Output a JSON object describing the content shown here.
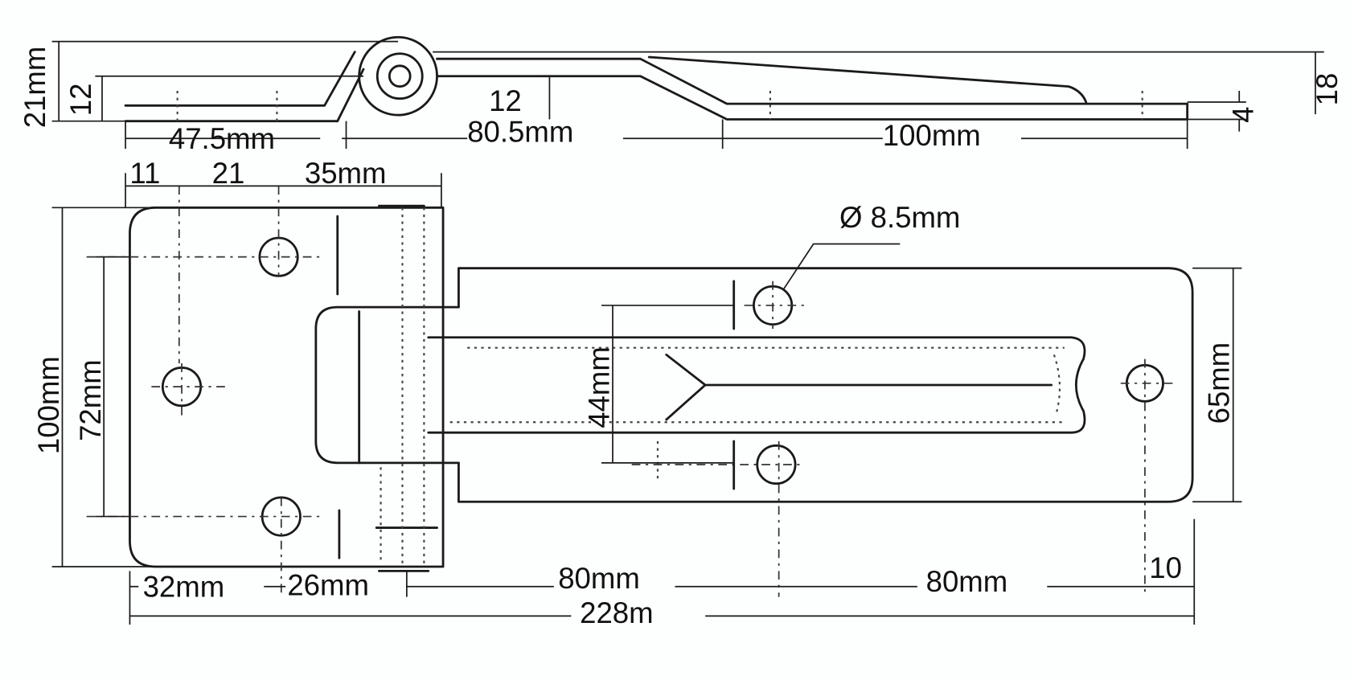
{
  "diagram": {
    "subject": "hinge",
    "side_view": {
      "overall_height": "21mm",
      "left_rise": "12",
      "center_rise": "12",
      "right_height": "18",
      "thickness": "4",
      "left_length": "47.5mm",
      "middle_length": "80.5mm",
      "right_length": "100mm"
    },
    "front_view": {
      "top_dim_1": "11",
      "top_dim_2": "21",
      "top_dim_3": "35mm",
      "hole_diameter": "Ø 8.5mm",
      "left_height": "100mm",
      "left_hole_spacing": "72mm",
      "right_hole_spacing": "44mm",
      "right_height": "65mm",
      "bottom_dim_1": "32mm",
      "bottom_dim_2": "26mm",
      "bottom_dim_3": "80mm",
      "bottom_dim_4": "80mm",
      "bottom_dim_5": "10",
      "overall_length": "228m"
    },
    "line_color": "#1a1a1a"
  }
}
